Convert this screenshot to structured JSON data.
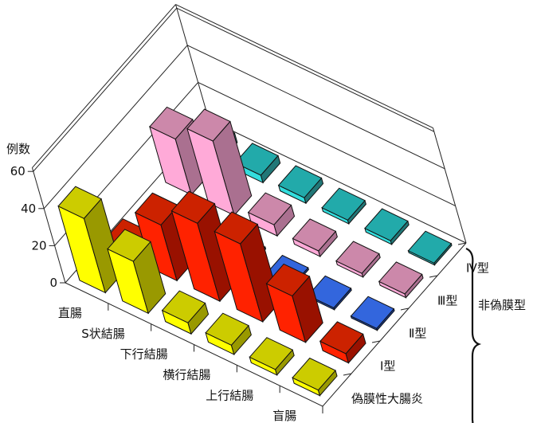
{
  "chart_data": {
    "type": "bar",
    "subtype": "3d-grouped",
    "ylabel": "例数",
    "yticks": [
      0,
      20,
      40,
      60
    ],
    "ylim": [
      0,
      62
    ],
    "categories": [
      "直腸",
      "S状結腸",
      "下行結腸",
      "横行結腸",
      "上行結腸",
      "盲腸"
    ],
    "series": [
      {
        "name": "偽膜性大腸炎",
        "values": [
          40,
          28,
          6,
          5,
          3,
          3
        ],
        "colors": {
          "front": "#ffff00",
          "side": "#999900",
          "top": "#cccc00"
        }
      },
      {
        "name": "Ⅰ型",
        "values": [
          5,
          30,
          42,
          42,
          25,
          5
        ],
        "colors": {
          "front": "#ff2200",
          "side": "#991100",
          "top": "#cc2200"
        }
      },
      {
        "name": "Ⅱ型",
        "values": [
          1,
          1,
          1,
          1,
          1,
          1
        ],
        "colors": {
          "front": "#2255cc",
          "side": "#1a3f99",
          "top": "#3366dd"
        }
      },
      {
        "name": "Ⅲ型",
        "values": [
          30,
          40,
          6,
          3,
          2,
          2
        ],
        "colors": {
          "front": "#ffaad8",
          "side": "#aa7090",
          "top": "#cc88aa"
        }
      },
      {
        "name": "Ⅳ型",
        "values": [
          5,
          4,
          3,
          2,
          2,
          1
        ],
        "colors": {
          "front": "#33dddd",
          "side": "#227777",
          "top": "#22aaaa"
        }
      }
    ],
    "group_label": "非偽膜型",
    "grid": true
  }
}
